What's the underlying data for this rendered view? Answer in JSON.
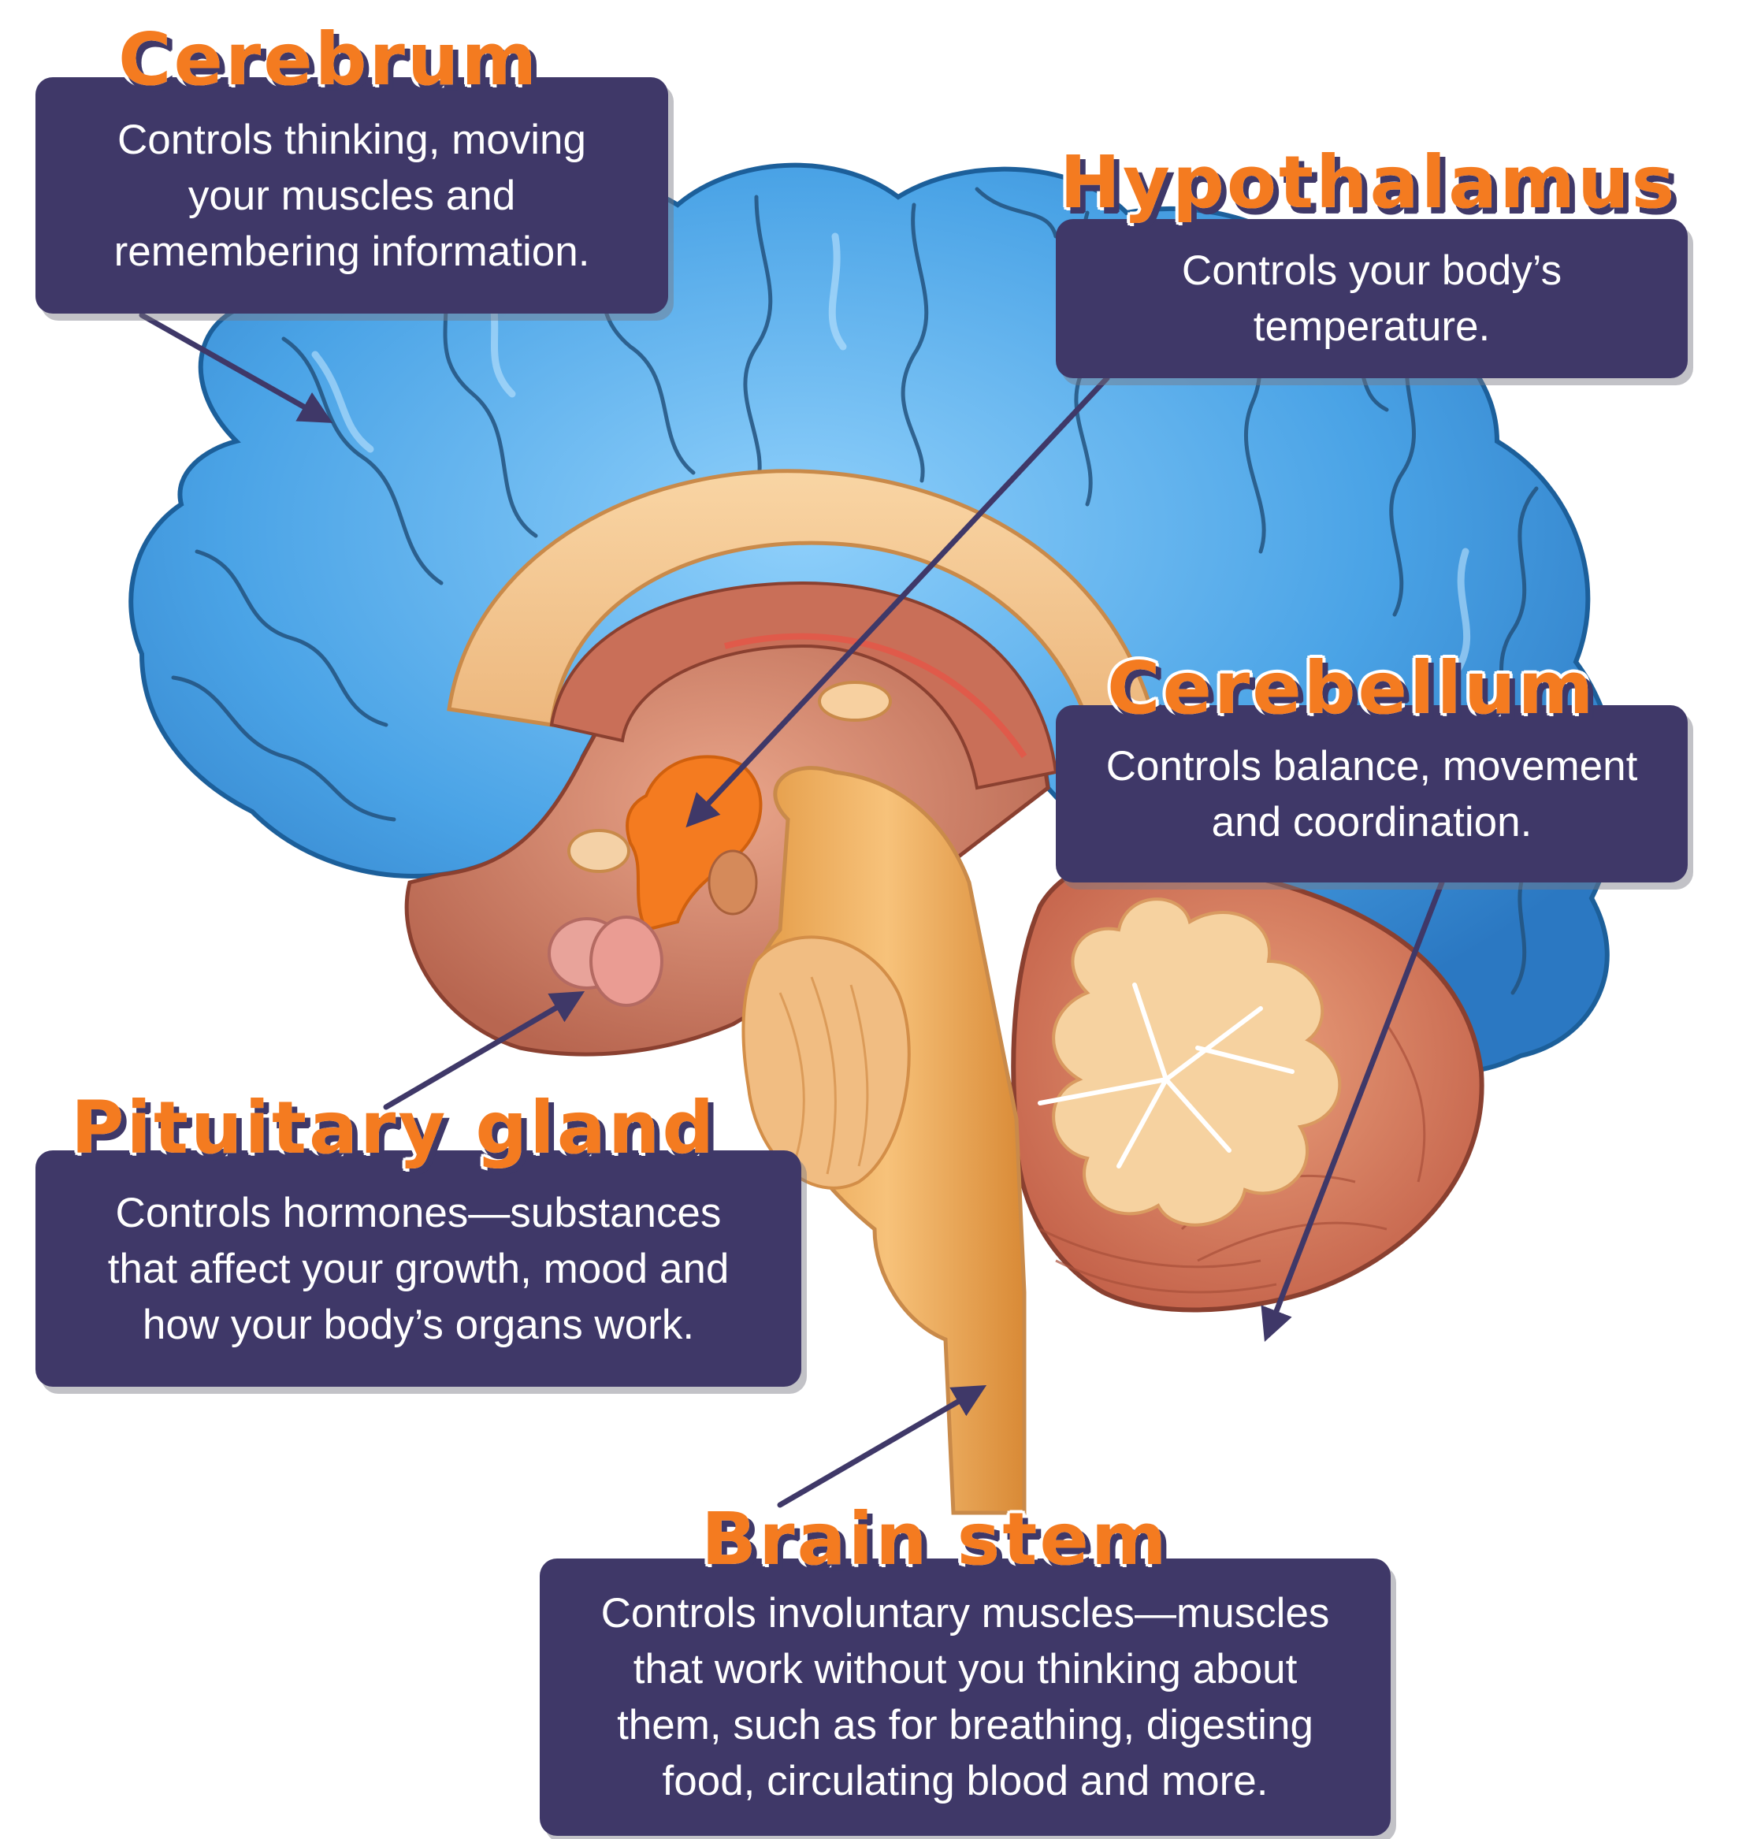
{
  "labels": {
    "cerebrum": {
      "title": "Cerebrum",
      "lines": [
        "Controls thinking, moving",
        "your muscles and",
        "remembering information."
      ]
    },
    "hypothalamus": {
      "title": "Hypothalamus",
      "lines": [
        "Controls your body’s",
        "temperature."
      ]
    },
    "cerebellum": {
      "title": "Cerebellum",
      "lines": [
        "Controls balance, movement",
        "and coordination."
      ]
    },
    "pituitary": {
      "title": "Pituitary gland",
      "lines": [
        "Controls hormones—substances",
        "that affect your growth, mood and",
        "how your body’s organs work."
      ]
    },
    "brainstem": {
      "title": "Brain stem",
      "lines": [
        "Controls involuntary muscles—muscles",
        "that work without you thinking about",
        "them, such as for breathing, digesting",
        "food, circulating blood and more."
      ]
    }
  },
  "colors": {
    "cerebrum": "#4aa3e6",
    "cerebrum_dark": "#1c5f9a",
    "box": "#3f3868",
    "title": "#f47b20",
    "hypothalamus": "#f47b20",
    "stem": "#f0b060",
    "cerebellum_tissue": "#d9825f",
    "arbor": "#f6d2a0",
    "pituitary": "#e89a92"
  }
}
